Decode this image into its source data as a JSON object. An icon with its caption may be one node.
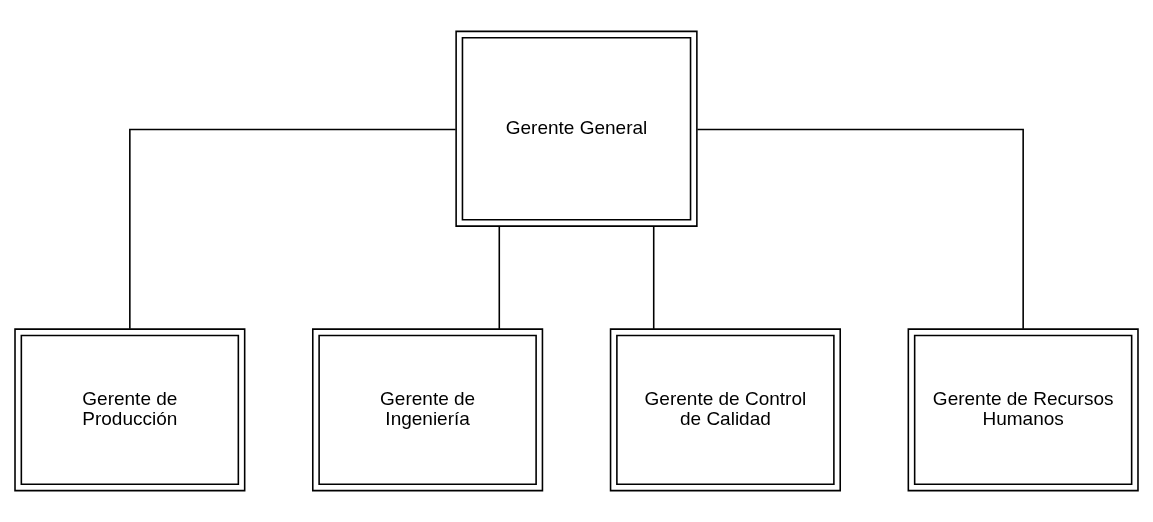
{
  "diagram": {
    "nodes": [
      {
        "text": [
          "Gerente General"
        ]
      },
      {
        "text": [
          "Gerente de Producción"
        ]
      },
      {
        "text": [
          "Gerente de Ingeniería"
        ]
      },
      {
        "text": [
          "Gerente de Control de Calidad"
        ]
      },
      {
        "text": [
          "Gerente de Recursos Humanos"
        ]
      }
    ],
    "edges": [
      {
        "from": 0,
        "to": 1,
        "arrow": "none"
      },
      {
        "from": 0,
        "to": 2,
        "arrow": "none"
      },
      {
        "from": 0,
        "to": 3,
        "arrow": "none"
      },
      {
        "from": 0,
        "to": 4,
        "arrow": "none"
      }
    ]
  }
}
